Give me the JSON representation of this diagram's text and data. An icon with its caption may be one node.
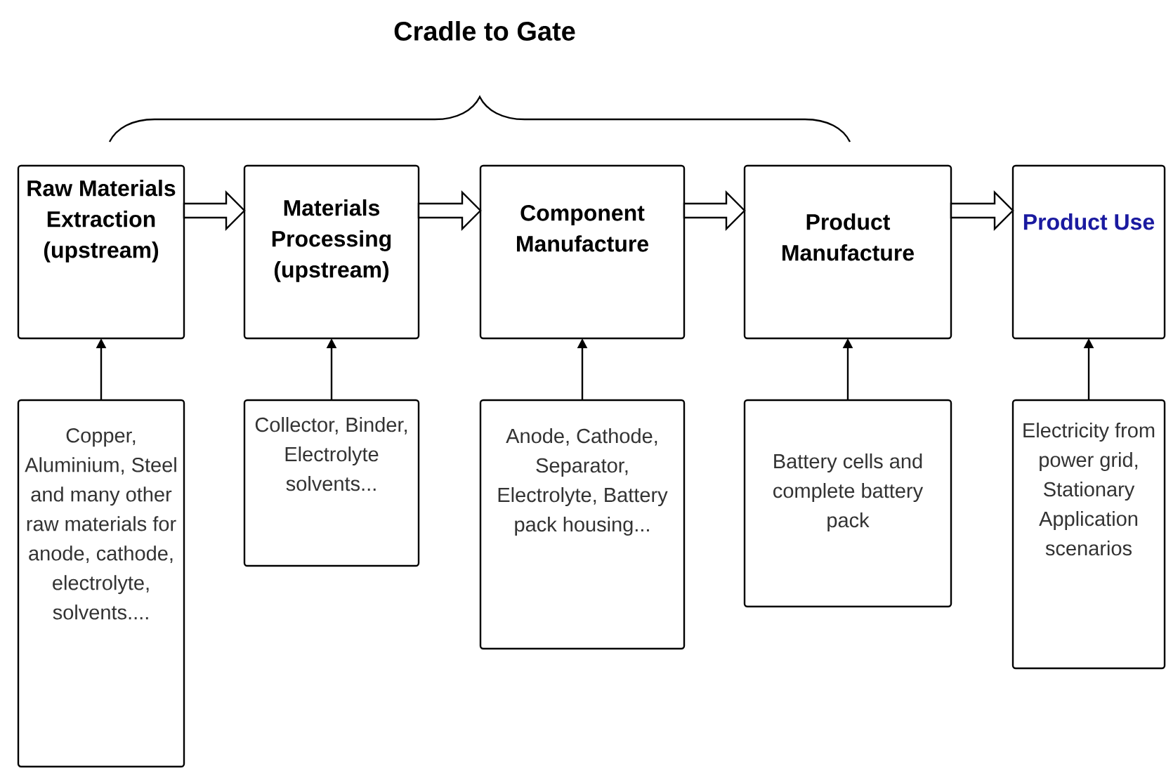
{
  "diagram": {
    "title": "Cradle to Gate",
    "nodes": [
      {
        "text": [
          "Raw Materials Extraction (upstream)"
        ]
      },
      {
        "text": [
          "Materials Processing (upstream)"
        ]
      },
      {
        "text": [
          "Component Manufacture"
        ]
      },
      {
        "text": [
          "Product Manufacture"
        ]
      },
      {
        "text": [
          "Product Use"
        ]
      },
      {
        "text": [
          "Copper, Aluminium, Steel and many other raw materials for anode, cathode, electrolyte, solvents...."
        ]
      },
      {
        "text": [
          "Collector, Binder, Electrolyte solvents..."
        ]
      },
      {
        "text": [
          "Anode, Cathode, Separator, Electrolyte, Battery pack housing..."
        ]
      },
      {
        "text": [
          "Battery cells and complete battery pack"
        ]
      },
      {
        "text": [
          "Electricity from power grid, Stationary Application scenarios"
        ]
      }
    ],
    "edges": [
      {
        "from": 0,
        "to": 1,
        "arrow": "to",
        "style": "thick"
      },
      {
        "from": 1,
        "to": 2,
        "arrow": "to",
        "style": "thick"
      },
      {
        "from": 2,
        "to": 3,
        "arrow": "to",
        "style": "thick"
      },
      {
        "from": 3,
        "to": 4,
        "arrow": "to",
        "style": "thick"
      },
      {
        "from": 5,
        "to": 0,
        "arrow": "to"
      },
      {
        "from": 6,
        "to": 1,
        "arrow": "to"
      },
      {
        "from": 7,
        "to": 2,
        "arrow": "to"
      },
      {
        "from": 8,
        "to": 3,
        "arrow": "to"
      },
      {
        "from": 9,
        "to": 4,
        "arrow": "to"
      }
    ]
  }
}
